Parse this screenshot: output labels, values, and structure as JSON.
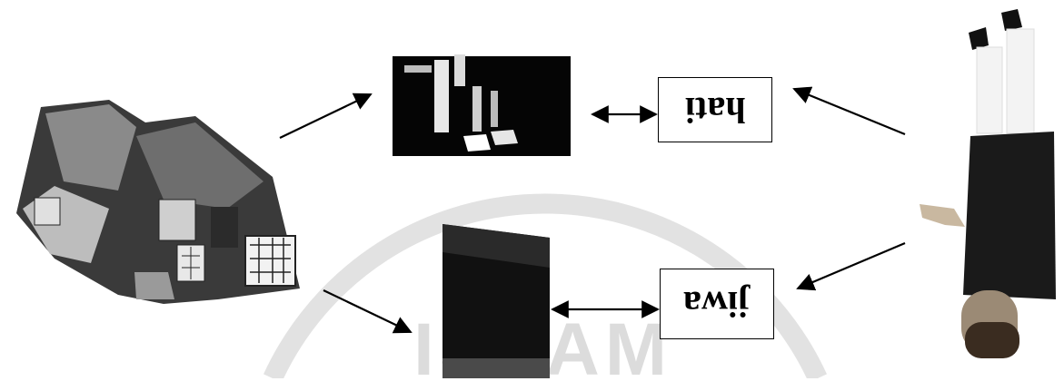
{
  "diagram": {
    "boxes": {
      "hati": "hati",
      "jiwa": "jiwa"
    },
    "watermark": "ISLAM"
  }
}
